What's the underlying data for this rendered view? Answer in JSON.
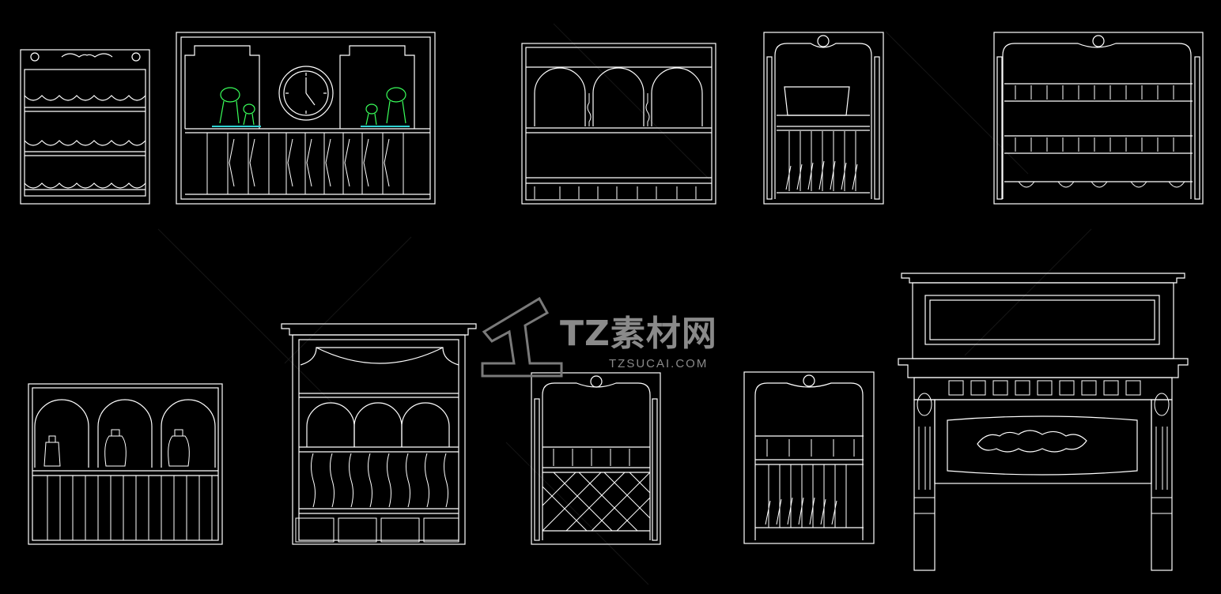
{
  "watermark": {
    "title": "TZ素材网",
    "url": "TZSUCAI.COM"
  },
  "colors": {
    "background": "#000000",
    "line": "#ffffff",
    "accent_green": "#39ff5a",
    "accent_cyan": "#2fd3d3",
    "watermark": "#8a8a8a"
  },
  "drawings": [
    {
      "id": "rack-scalloped-shelves"
    },
    {
      "id": "cabinet-with-clock-and-figurines"
    },
    {
      "id": "arched-shelf-with-balusters"
    },
    {
      "id": "plate-rack-with-medallion"
    },
    {
      "id": "double-balustrade-shelf"
    },
    {
      "id": "triple-arch-jar-shelf"
    },
    {
      "id": "cornice-cabinet-with-arches"
    },
    {
      "id": "lattice-wine-rack"
    },
    {
      "id": "small-plate-rack"
    },
    {
      "id": "carved-overmantel-cabinet"
    }
  ]
}
